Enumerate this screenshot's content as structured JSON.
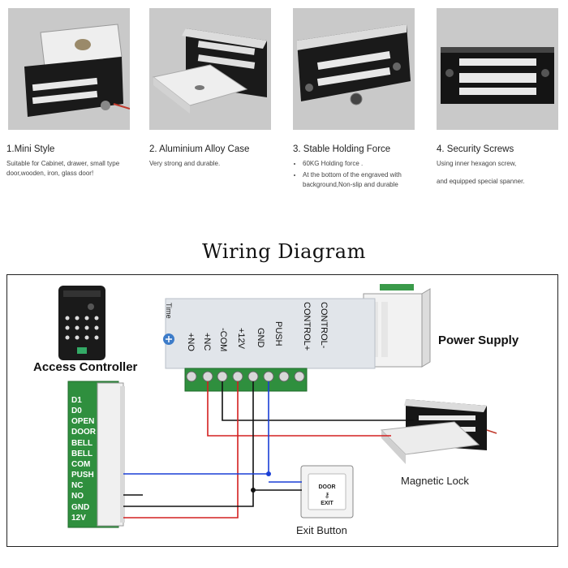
{
  "features": [
    {
      "title": "1.Mini Style",
      "desc": "Suitable for Cabinet, drawer, small type door,wooden, iron, glass door!"
    },
    {
      "title": "2. Aluminium Alloy Case",
      "desc": "Very strong and durable."
    },
    {
      "title": "3. Stable Holding Force",
      "bullets": [
        "60KG Holding force .",
        "At the bottom of the engraved with background,Non-slip and durable"
      ]
    },
    {
      "title": "4. Security Screws",
      "desc_line1": "Using inner hexagon screw,",
      "desc_line2": "and equipped special spanner."
    }
  ],
  "diagram": {
    "title": "Wiring Diagram",
    "access_controller_label": "Access Controller",
    "power_supply_label": "Power Supply",
    "magnetic_lock_label": "Magnetic Lock",
    "exit_button_label": "Exit Button",
    "power_terminals": [
      "CONTROL-",
      "CONTROL+",
      "PUSH",
      "GND",
      "+12V",
      "-COM",
      "+NC",
      "+NO"
    ],
    "time_label": "Time",
    "controller_terminals": [
      "D1",
      "D0",
      "OPEN",
      "DOOR",
      "BELL",
      "BELL",
      "COM",
      "PUSH",
      "NC",
      "NO",
      "GND",
      "12V"
    ],
    "button_text_top": "DOOR",
    "button_text_bottom": "EXIT",
    "wire_colors": {
      "red": "#d32020",
      "black": "#111111",
      "blue": "#1a3fd6"
    }
  }
}
